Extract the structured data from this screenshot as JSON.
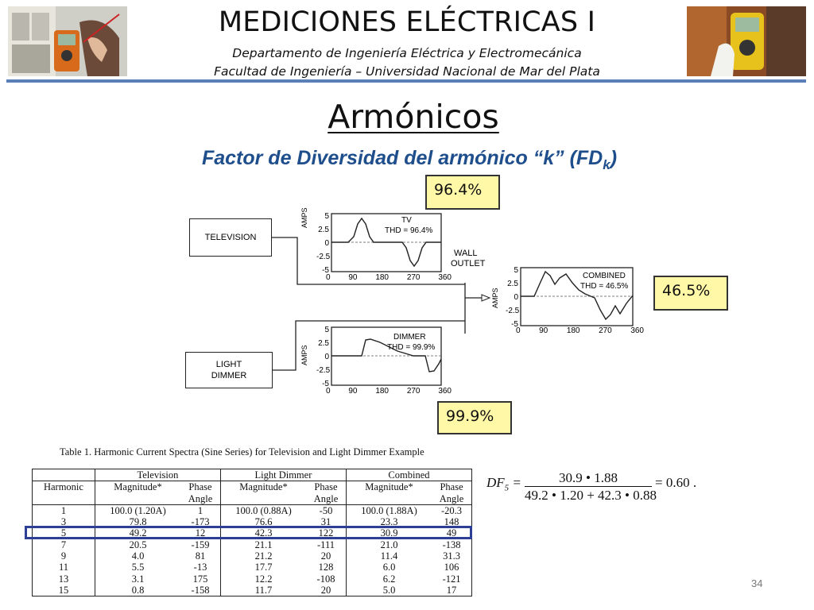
{
  "header": {
    "title": "MEDICIONES ELÉCTRICAS I",
    "subtitle_line1": "Departamento de Ingeniería Eléctrica y Electromecánica",
    "subtitle_line2": "Facultad de Ingeniería – Universidad Nacional de Mar del Plata"
  },
  "slide": {
    "title": "Armónicos",
    "subtitle_main": "Factor de Diversidad del armónico “k” (FD",
    "subtitle_sub": "k",
    "subtitle_end": ")",
    "page_number": "34"
  },
  "callouts": {
    "tv": "96.4%",
    "combined": "46.5%",
    "dimmer": "99.9%"
  },
  "diagram": {
    "television_box": "TELEVISION",
    "dimmer_box_line1": "LIGHT",
    "dimmer_box_line2": "DIMMER",
    "wall_outlet_line1": "WALL",
    "wall_outlet_line2": "OUTLET",
    "y_axis_label": "AMPS",
    "y_ticks": [
      "5",
      "2.5",
      "0",
      "-2.5",
      "-5"
    ],
    "x_ticks": [
      "0",
      "90",
      "180",
      "270",
      "360"
    ],
    "tv_plot": {
      "label": "TV",
      "thd": "THD = 96.4%"
    },
    "dimmer_plot": {
      "label": "DIMMER",
      "thd": "THD = 99.9%"
    },
    "combined_plot": {
      "label": "COMBINED",
      "thd": "THD = 46.5%"
    }
  },
  "formula": {
    "lhs": "DF",
    "lhs_sub": "5",
    "numerator": "30.9 • 1.88",
    "denominator": "49.2 • 1.20 + 42.3 • 0.88",
    "result": "= 0.60 ."
  },
  "table": {
    "caption": "Table 1.  Harmonic Current Spectra (Sine Series) for Television and Light Dimmer Example",
    "group_headers": [
      "Television",
      "Light Dimmer",
      "Combined"
    ],
    "col_harmonic": "Harmonic",
    "col_magnitude": "Magnitude*",
    "col_phase_line1": "Phase",
    "col_phase_line2": "Angle",
    "rows": [
      [
        "1",
        "100.0 (1.20A)",
        "1",
        "100.0 (0.88A)",
        "-50",
        "100.0 (1.88A)",
        "-20.3"
      ],
      [
        "3",
        "79.8",
        "-173",
        "76.6",
        "31",
        "23.3",
        "148"
      ],
      [
        "5",
        "49.2",
        "12",
        "42.3",
        "122",
        "30.9",
        "49"
      ],
      [
        "7",
        "20.5",
        "-159",
        "21.1",
        "-111",
        "21.0",
        "-138"
      ],
      [
        "9",
        "4.0",
        "81",
        "21.2",
        "20",
        "11.4",
        "31.3"
      ],
      [
        "11",
        "5.5",
        "-13",
        "17.7",
        "128",
        "6.0",
        "106"
      ],
      [
        "13",
        "3.1",
        "175",
        "12.2",
        "-108",
        "6.2",
        "-121"
      ],
      [
        "15",
        "0.8",
        "-158",
        "11.7",
        "20",
        "5.0",
        "17"
      ]
    ]
  }
}
